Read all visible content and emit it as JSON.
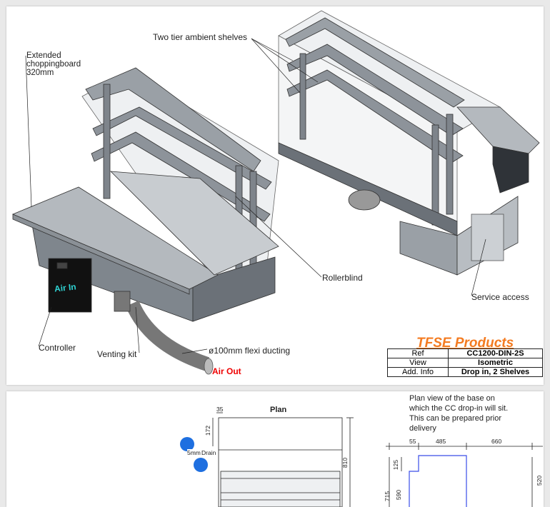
{
  "title_block": {
    "company": "TFSE Products",
    "rows": [
      {
        "key": "Ref",
        "value": "CC1200-DIN-2S"
      },
      {
        "key": "View",
        "value": "Isometric"
      },
      {
        "key": "Add. Info",
        "value": "Drop in, 2 Shelves"
      }
    ]
  },
  "callouts": {
    "chopping_board": "Extended\nchoppingboard\n320mm",
    "shelves": "Two tier ambient shelves",
    "rollerblind": "Rollerblind",
    "service_access": "Service access",
    "controller": "Controller",
    "venting_kit": "Venting kit",
    "ducting": "ø100mm flexi ducting",
    "air_out": "Air Out",
    "air_in": "Air In"
  },
  "plan": {
    "title": "Plan",
    "note": "Plan view of the base on\nwhich the CC drop-in will sit.\nThis can be prepared prior\ndelivery",
    "drain": "Drain",
    "drain_size": "5mm",
    "dims": {
      "d35": "35",
      "d172": "172",
      "d810": "810",
      "d55": "55",
      "d485": "485",
      "d660": "660",
      "d125": "125",
      "d520": "520",
      "d590": "590",
      "d715": "715"
    }
  },
  "colors": {
    "accent_orange": "#f47b20",
    "air_out_red": "#e00000",
    "air_in_cyan": "#2fd3d3",
    "drain_blue": "#1e6fe0",
    "plan_outline_blue": "#3a4de8"
  }
}
